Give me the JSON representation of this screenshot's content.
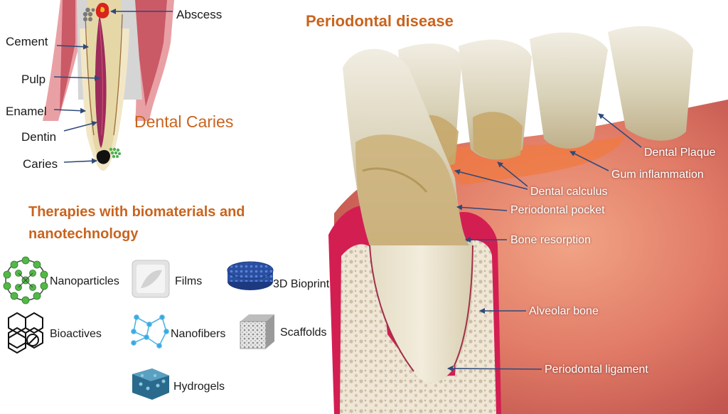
{
  "periodontal": {
    "title": "Periodontal disease",
    "labels": {
      "dental_plaque": "Dental Plaque",
      "gum_inflammation": "Gum inflammation",
      "dental_calculus": "Dental calculus",
      "periodontal_pocket": "Periodontal pocket",
      "bone_resorption": "Bone resorption",
      "alveolar_bone": "Alveolar bone",
      "periodontal_ligament": "Periodontal ligament"
    }
  },
  "caries": {
    "title": "Dental Caries",
    "labels": {
      "abscess": "Abscess",
      "cement": "Cement",
      "pulp": "Pulp",
      "enamel": "Enamel",
      "dentin": "Dentin",
      "caries": "Caries"
    }
  },
  "therapies": {
    "title": "Therapies with biomaterials and nanotechnology",
    "items": {
      "nanoparticles": "Nanoparticles",
      "films": "Films",
      "bioprint": "3D Bioprint",
      "bioactives": "Bioactives",
      "nanofibers": "Nanofibers",
      "scaffolds": "Scaffolds",
      "hydrogels": "Hydrogels"
    }
  },
  "colors": {
    "accent": "#c9641e",
    "arrow": "#2e4a7a"
  }
}
